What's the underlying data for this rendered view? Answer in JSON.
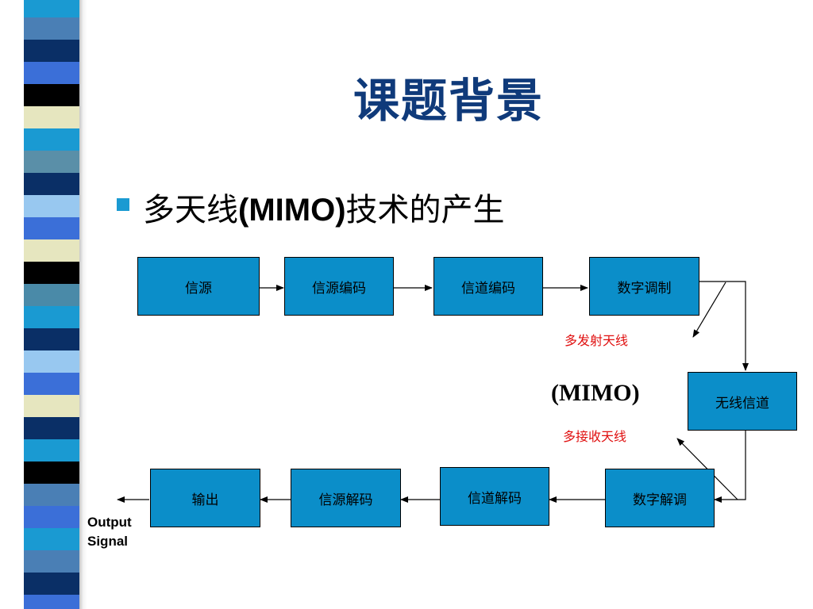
{
  "slide": {
    "title": "课题背景",
    "bullet_prefix": "多天线",
    "bullet_bold": "(MIMO)",
    "bullet_suffix": "技术的产生"
  },
  "diagram": {
    "nodes": {
      "source": "信源",
      "source_encoding": "信源编码",
      "channel_encoding": "信道编码",
      "digital_modulation": "数字调制",
      "wireless_channel": "无线信道",
      "digital_demodulation": "数字解调",
      "channel_decoding": "信道解码",
      "source_decoding": "信源解码",
      "output": "输出"
    },
    "labels": {
      "multi_transmit": "多发射天线",
      "mimo": "(MIMO)",
      "multi_receive": "多接收天线",
      "output_line1": "Output",
      "output_line2": "Signal"
    }
  },
  "colors": {
    "node_fill": "#0b8ec9",
    "title": "#0f3a7a",
    "accent_red": "#e01010",
    "bullet": "#1a9ad2"
  }
}
